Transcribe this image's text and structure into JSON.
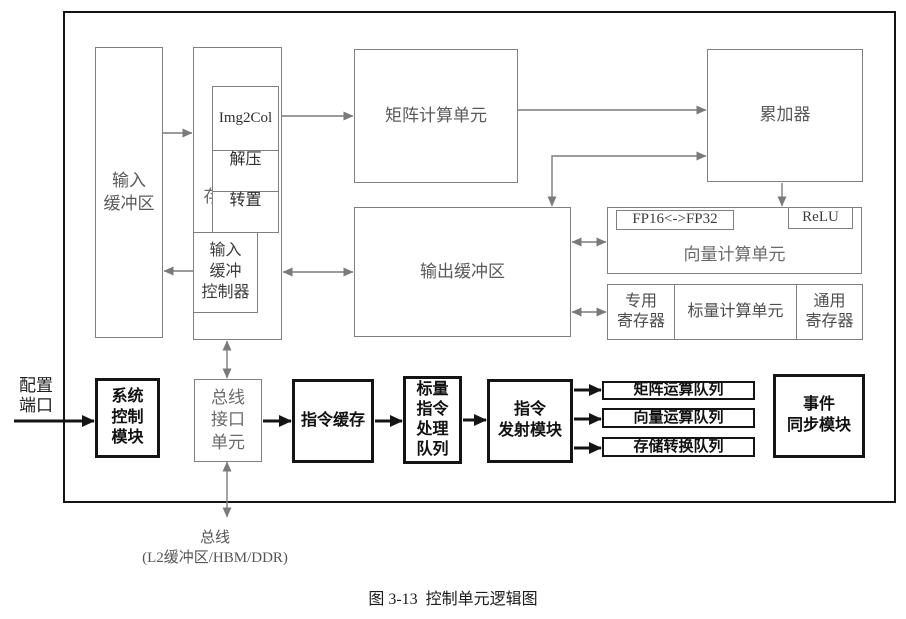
{
  "diagram": {
    "caption": "图 3-13  控制单元逻辑图",
    "colors": {
      "line_gray": "#7a7a7a",
      "line_black": "#141414"
    },
    "blocks": {
      "input_buffer": "输入\n缓冲区",
      "mem_convert_unit": "存储转换\n单元",
      "img2col": "Img2Col",
      "decompress": "解压",
      "transpose": "转置",
      "input_buffer_controller": "输入\n缓冲\n控制器",
      "matrix_compute_unit": "矩阵计算单元",
      "accumulator": "累加器",
      "output_buffer": "输出缓冲区",
      "fp16_fp32": "FP16<->FP32",
      "relu": "ReLU",
      "vector_compute_unit": "向量计算单元",
      "special_registers": "专用\n寄存器",
      "scalar_compute_unit": "标量计算单元",
      "general_registers": "通用\n寄存器",
      "config_port": "配置\n端口",
      "system_control_module": "系统\n控制\n模块",
      "bus_interface_unit": "总线\n接口\n单元",
      "instruction_cache": "指令缓存",
      "scalar_instr_queue": "标量\n指令\n处理\n队列",
      "instr_dispatch_module": "指令\n发射模块",
      "matrix_op_queue": "矩阵运算队列",
      "vector_op_queue": "向量运算队列",
      "mem_convert_queue": "存储转换队列",
      "event_sync_module": "事件\n同步模块",
      "bus": "总线",
      "bus_detail": "(L2缓冲区/HBM/DDR)"
    }
  }
}
